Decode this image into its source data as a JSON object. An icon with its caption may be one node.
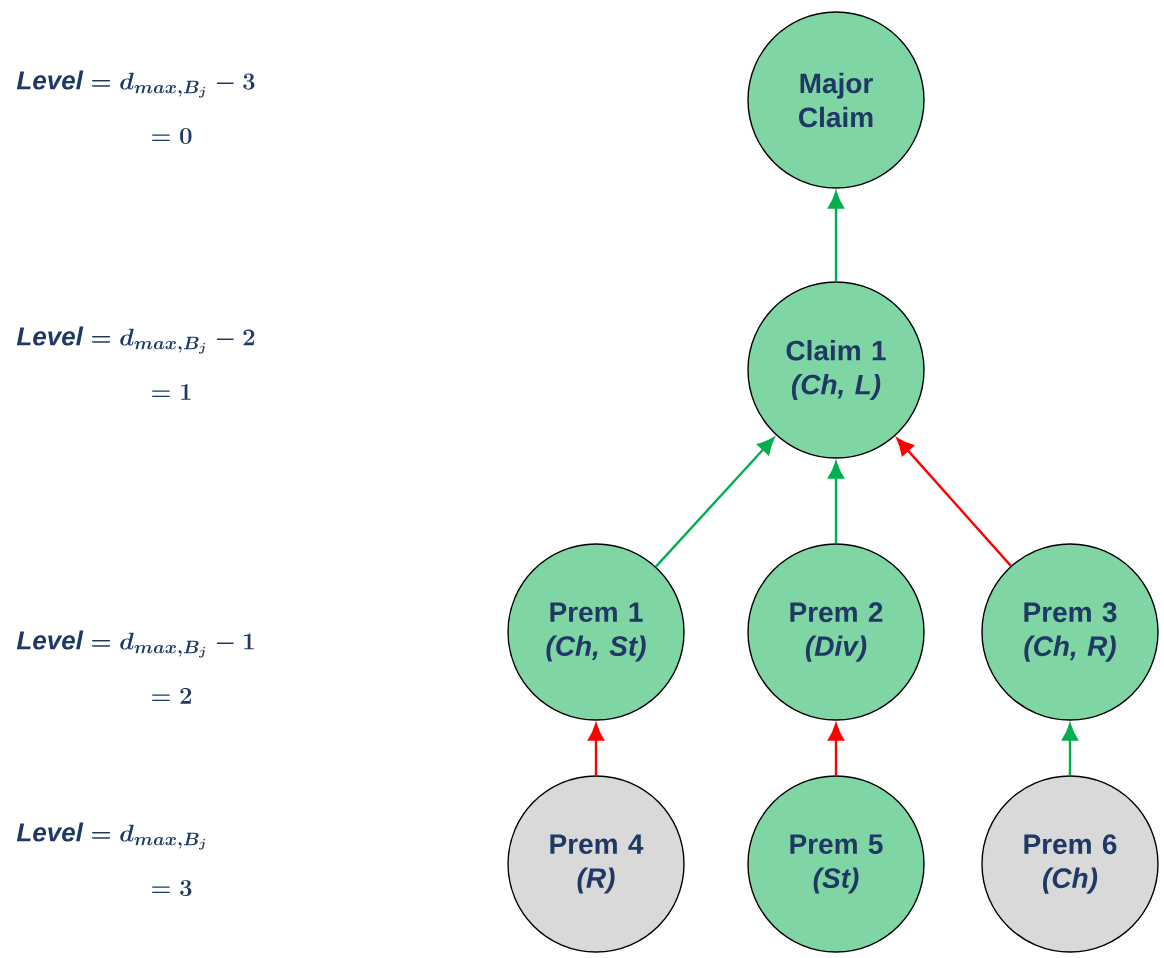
{
  "diagram": {
    "nodes": [
      {
        "text": [
          "Major Claim"
        ]
      },
      {
        "text": [
          "Claim 1",
          "(Ch, L)"
        ]
      },
      {
        "text": [
          "Prem 1",
          "(Ch, St)"
        ]
      },
      {
        "text": [
          "Prem 2",
          "(Div)"
        ]
      },
      {
        "text": [
          "Prem 3",
          "(Ch, R)"
        ]
      },
      {
        "text": [
          "Prem 4",
          "(R)"
        ]
      },
      {
        "text": [
          "Prem 5",
          "(St)"
        ]
      },
      {
        "text": [
          "Prem 6",
          "(Ch)"
        ]
      }
    ],
    "edges": [
      {
        "from": 1,
        "to": 0,
        "arrow": "to"
      },
      {
        "from": 2,
        "to": 1,
        "arrow": "to"
      },
      {
        "from": 3,
        "to": 1,
        "arrow": "to"
      },
      {
        "from": 4,
        "to": 1,
        "arrow": "to",
        "color": "#ff0000"
      },
      {
        "from": 5,
        "to": 2,
        "arrow": "to",
        "color": "#ff0000"
      },
      {
        "from": 6,
        "to": 3,
        "arrow": "to",
        "color": "#ff0000"
      },
      {
        "from": 7,
        "to": 4,
        "arrow": "to"
      }
    ],
    "labels": [
      "\\mathit{Level} = d_{max,B_j} - 3",
      "= 0",
      "\\mathit{Level} = d_{max,B_j} - 2",
      "= 1",
      "\\mathit{Level} = d_{max,B_j} - 1",
      "= 2",
      "\\mathit{Level} = d_{max,B_j}",
      "= 3"
    ]
  }
}
